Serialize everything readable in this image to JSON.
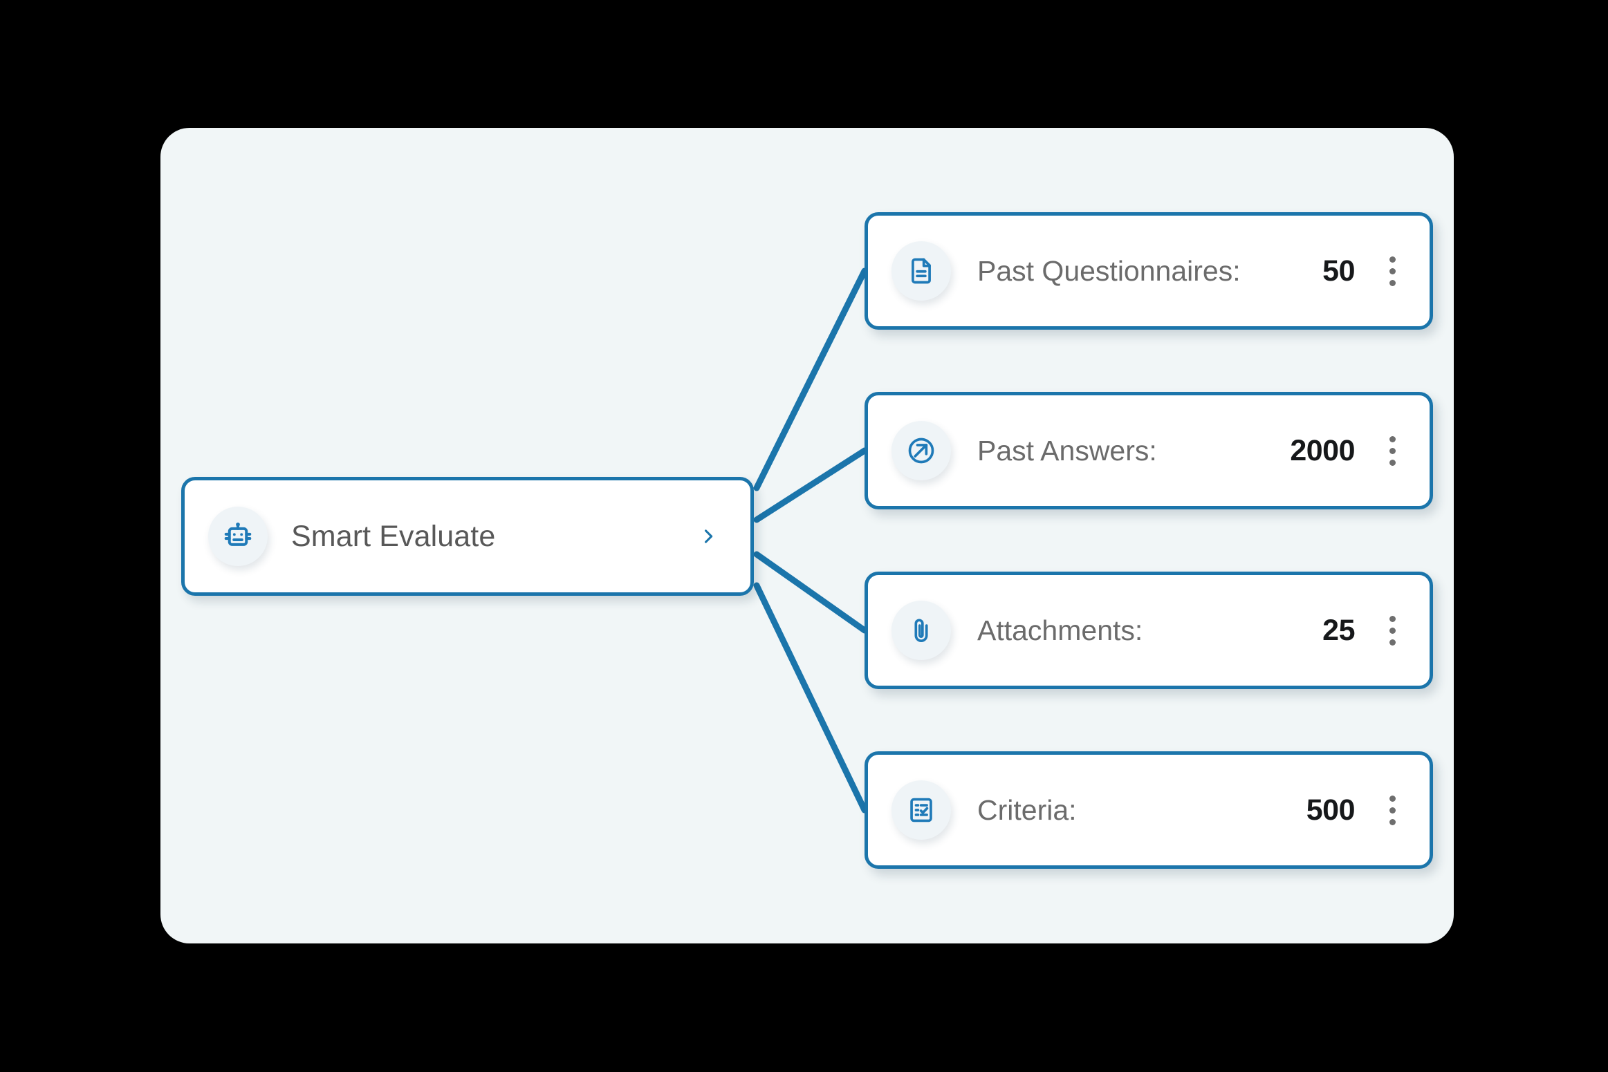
{
  "theme": {
    "page_background": "#000000",
    "panel_background": "#f1f6f7",
    "accent_blue": "#1b75ab",
    "icon_blue": "#1f7ab8",
    "icon_bubble_background": "#eff4f7",
    "label_text": "#6b6b6b",
    "value_text": "#16181a",
    "card_background": "#ffffff"
  },
  "main_node": {
    "label": "Smart Evaluate",
    "icon": "robot-icon",
    "expand_icon": "chevron-right-icon"
  },
  "metrics": [
    {
      "label": "Past Questionnaires:",
      "value": "50",
      "icon": "document-icon",
      "menu_icon": "kebab-menu-icon"
    },
    {
      "label": "Past Answers:",
      "value": "2000",
      "icon": "reply-arrow-circle-icon",
      "menu_icon": "kebab-menu-icon"
    },
    {
      "label": "Attachments:",
      "value": "25",
      "icon": "paperclip-icon",
      "menu_icon": "kebab-menu-icon"
    },
    {
      "label": "Criteria:",
      "value": "500",
      "icon": "checklist-icon",
      "menu_icon": "kebab-menu-icon"
    }
  ]
}
